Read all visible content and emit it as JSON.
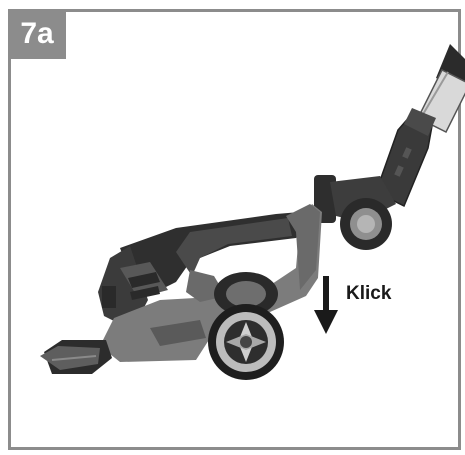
{
  "step": {
    "badge": "7a"
  },
  "annotation": {
    "text": "Klick",
    "direction": "down"
  },
  "colors": {
    "frame": "#8c8c8c",
    "badge_text": "#ffffff",
    "body_dark": "#3a3a3a",
    "body_grey": "#7a7a7a"
  }
}
